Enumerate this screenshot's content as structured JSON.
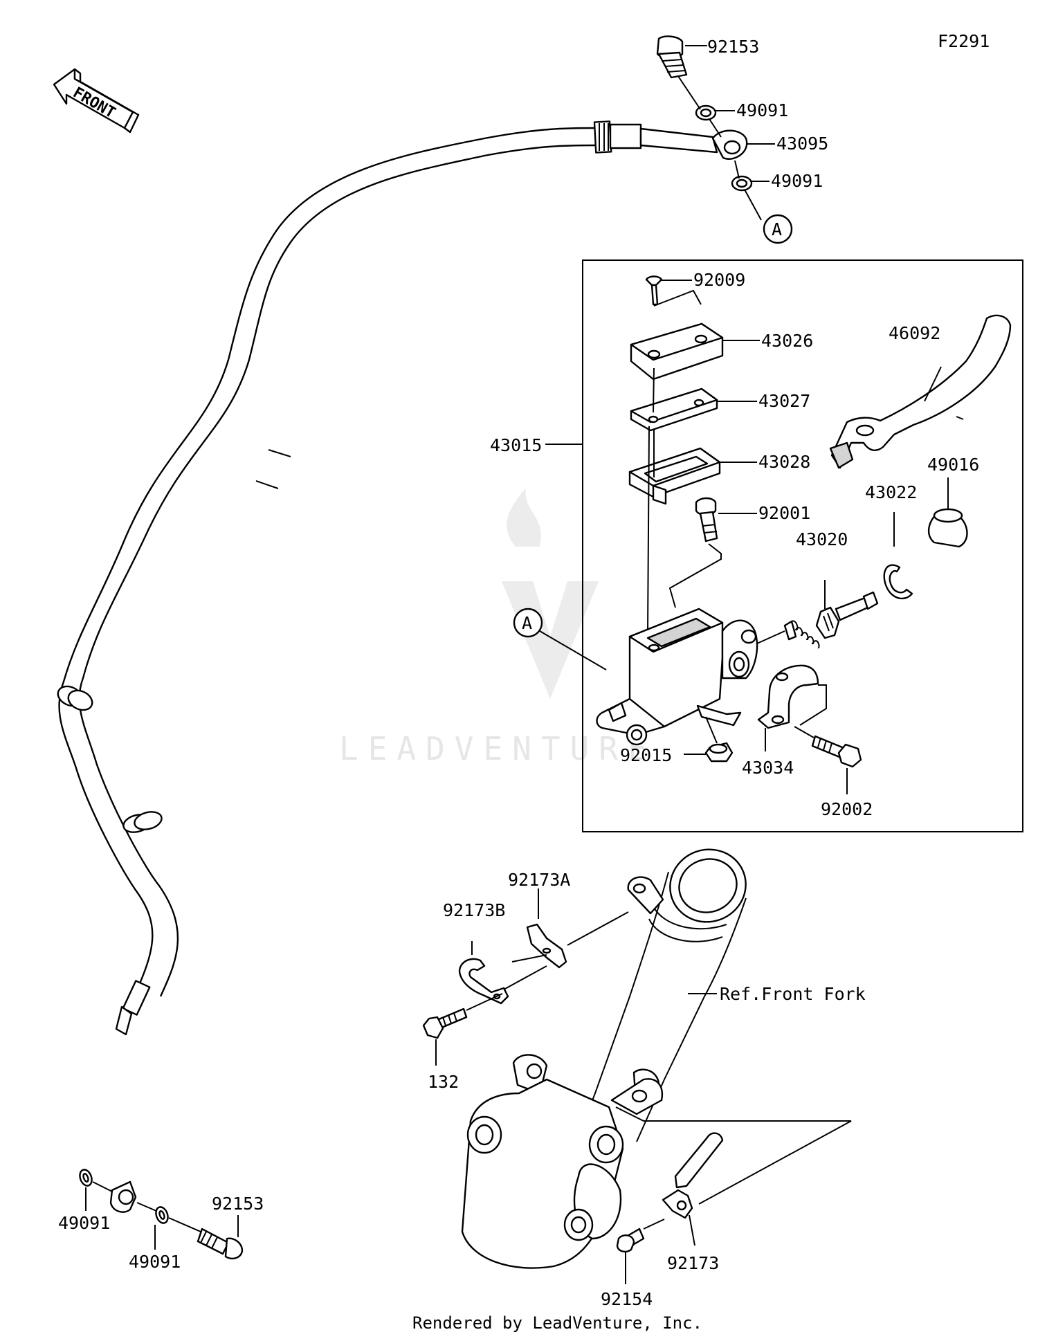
{
  "figure_code": "F2291",
  "front_arrow_text": "FRONT",
  "footer": "Rendered by LeadVenture, Inc.",
  "watermark": "LEADVENTURE",
  "callouts": {
    "ref_a": "A",
    "ref_front_fork": "Ref.Front Fork"
  },
  "parts": {
    "bolt_top": "92153",
    "washer_top_1": "49091",
    "banjo_top": "43095",
    "washer_top_2": "49091",
    "screw_cap": "92009",
    "cap": "43026",
    "plate": "43027",
    "diaphragm": "43028",
    "master_cyl_assy": "43015",
    "pivot_bolt": "92001",
    "lever": "46092",
    "boot": "49016",
    "circlip": "43022",
    "piston_kit": "43020",
    "nut": "92015",
    "clamp": "43034",
    "clamp_bolt": "92002",
    "clamp_173a": "92173A",
    "clamp_173b": "92173B",
    "bolt_132": "132",
    "clamp_173": "92173",
    "bolt_154": "92154",
    "washer_bot_1": "49091",
    "washer_bot_2": "49091",
    "bolt_bottom": "92153"
  },
  "colors": {
    "line": "#000000",
    "shade": "#d4d4d4",
    "watermark": "#e6e6e6"
  }
}
